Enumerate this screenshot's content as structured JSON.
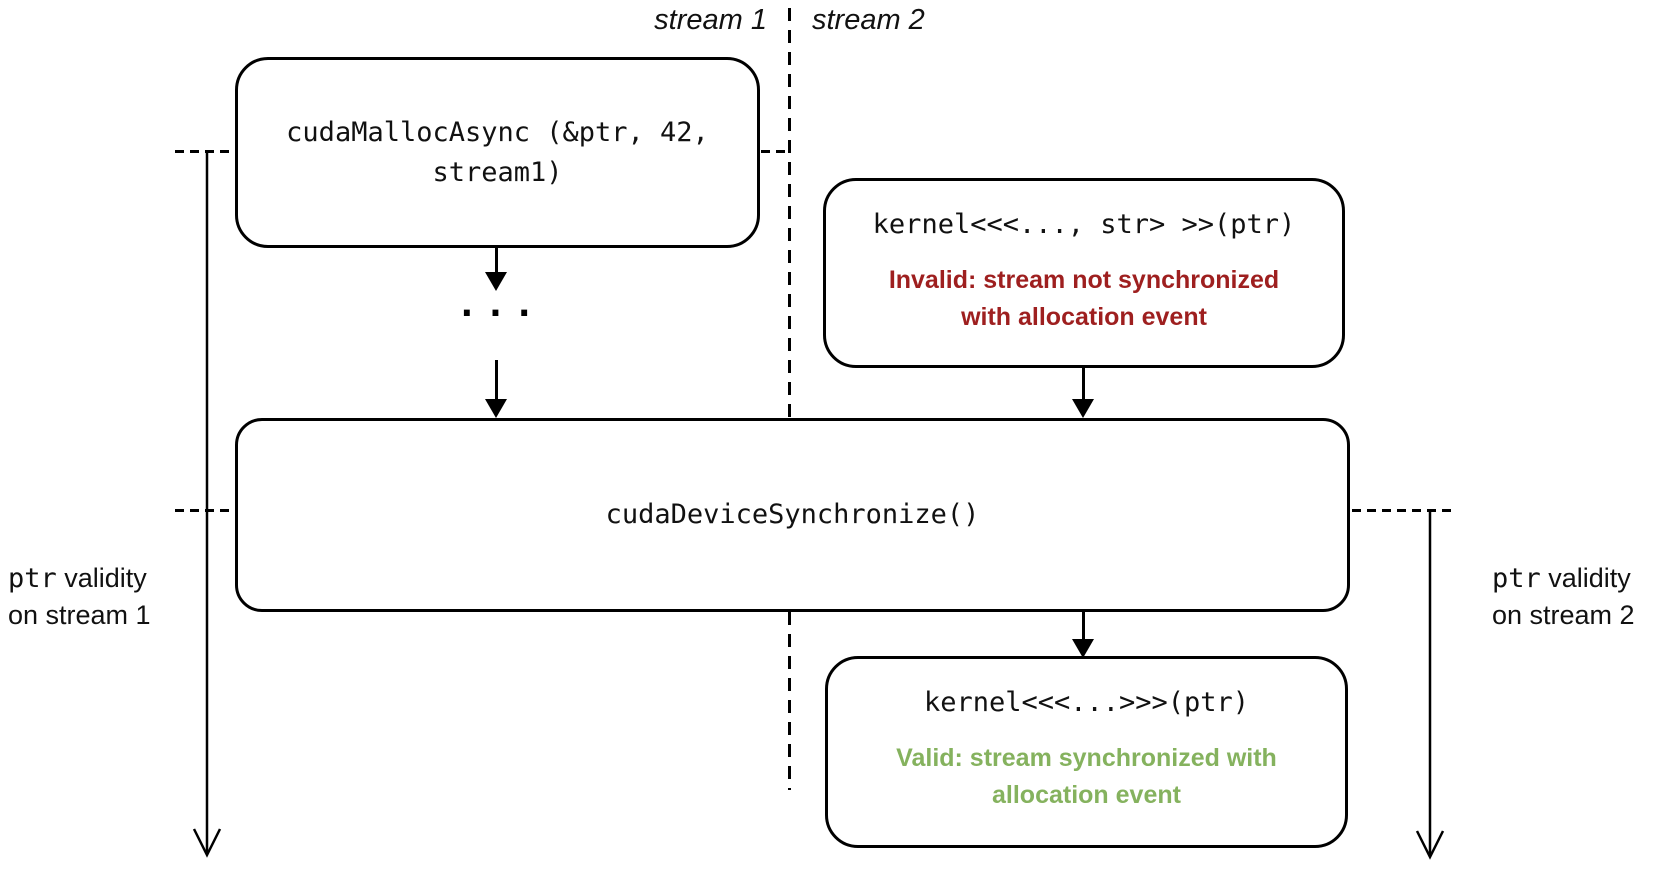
{
  "colors": {
    "stroke": "#000000",
    "invalid_text": "#9e1f1f",
    "valid_text": "#85b25e",
    "background": "#ffffff"
  },
  "header": {
    "stream1": "stream 1",
    "stream2": "stream 2"
  },
  "flow": {
    "malloc_line1": "cudaMallocAsync (&ptr, 42,",
    "malloc_line2": "stream1)",
    "ellipsis": "...",
    "invalid_code": "kernel<<<..., str> >>(ptr)",
    "invalid_note1": "Invalid: stream not synchronized",
    "invalid_note2": "with allocation event",
    "sync_code": "cudaDeviceSynchronize()",
    "valid_code": "kernel<<<...>>>(ptr)",
    "valid_note1": "Valid: stream synchronized with",
    "valid_note2": "allocation event"
  },
  "timelines": {
    "left": {
      "ptr": "ptr",
      "validity": " validity",
      "line2": "on stream 1"
    },
    "right": {
      "ptr": "ptr",
      "validity": " validity",
      "line2": "on stream 2"
    }
  }
}
